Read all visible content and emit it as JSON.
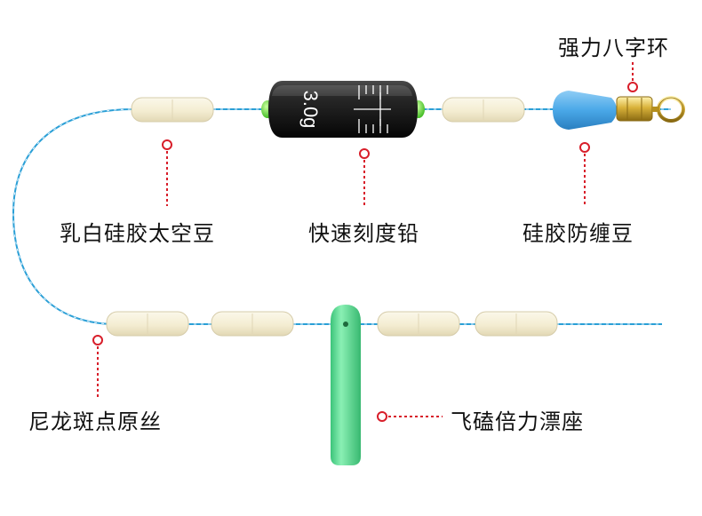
{
  "labels": {
    "swivel": "强力八字环",
    "space_bean": "乳白硅胶太空豆",
    "lead": "快速刻度铅",
    "tangle_bean": "硅胶防缠豆",
    "line": "尼龙斑点原丝",
    "float_seat": "飞磕倍力漂座"
  },
  "lead_marking": "3.0g",
  "colors": {
    "line": "#2a9fd6",
    "bead": "#f7f2dc",
    "lead_body": "#1c1c1c",
    "lead_cap": "#6ee04a",
    "blue_bean": "#4aa8e8",
    "float_seat": "#5fdc94",
    "pointer": "#d81e2a",
    "swivel": "#c9a227"
  }
}
